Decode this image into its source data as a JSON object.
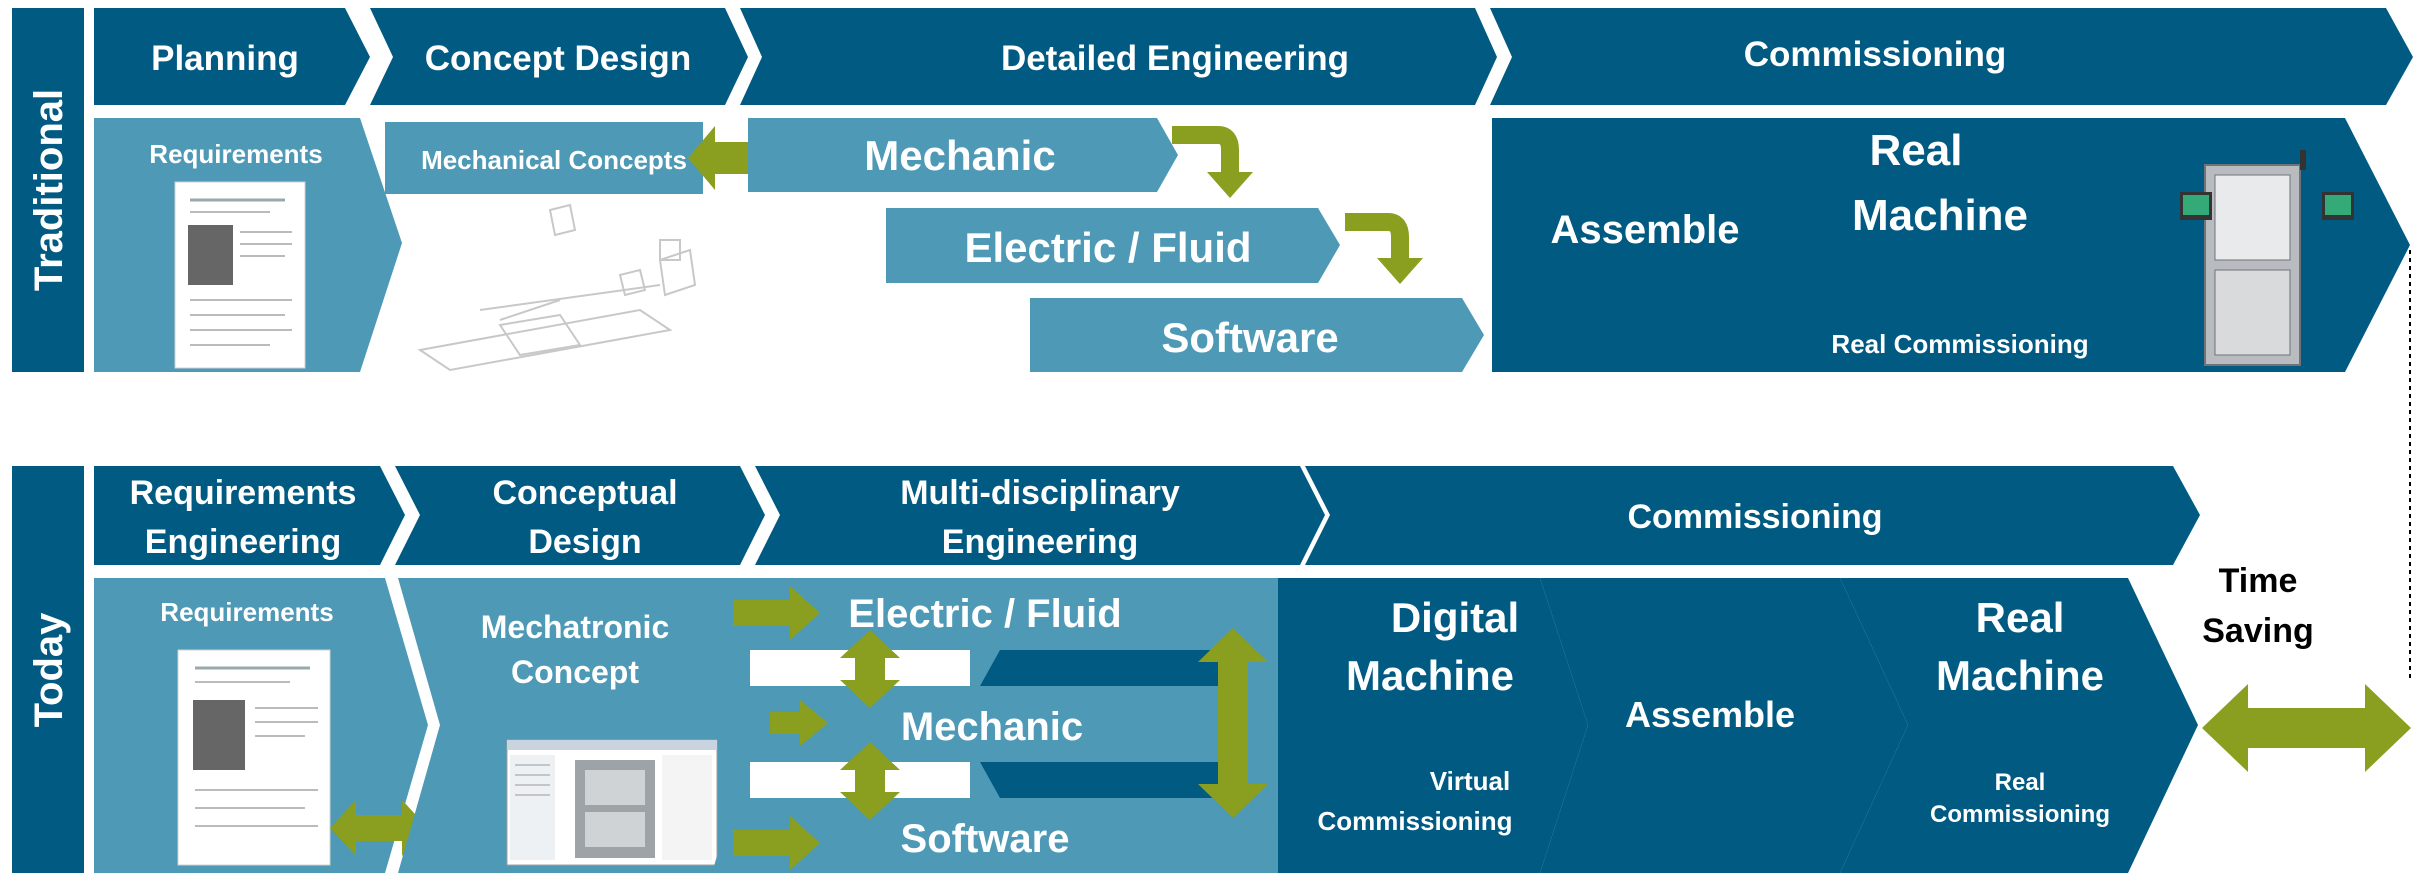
{
  "colors": {
    "dark_blue": "#005a82",
    "light_blue": "#4e99b6",
    "arrow_green": "#8a9e1f",
    "white": "#ffffff",
    "black": "#000000"
  },
  "traditional": {
    "row_label": "Traditional",
    "phases": [
      "Planning",
      "Concept Design",
      "Detailed Engineering",
      "Commissioning"
    ],
    "requirements": "Requirements",
    "mechanical_concepts": "Mechanical Concepts",
    "mechanic": "Mechanic",
    "electric_fluid": "Electric / Fluid",
    "software": "Software",
    "assemble": "Assemble",
    "real_machine_line1": "Real",
    "real_machine_line2": "Machine",
    "real_commissioning": "Real Commissioning"
  },
  "today": {
    "row_label": "Today",
    "phases": [
      {
        "line1": "Requirements",
        "line2": "Engineering"
      },
      {
        "line1": "Conceptual",
        "line2": "Design"
      },
      {
        "line1": "Multi-disciplinary",
        "line2": "Engineering"
      },
      {
        "line1": "Commissioning",
        "line2": ""
      }
    ],
    "requirements": "Requirements",
    "mechatronic_line1": "Mechatronic",
    "mechatronic_line2": "Concept",
    "electric_fluid": "Electric / Fluid",
    "mechanic": "Mechanic",
    "software": "Software",
    "digital_machine_line1": "Digital",
    "digital_machine_line2": "Machine",
    "virtual_line1": "Virtual",
    "virtual_line2": "Commissioning",
    "assemble": "Assemble",
    "real_machine_line1": "Real",
    "real_machine_line2": "Machine",
    "real_comm_line1": "Real",
    "real_comm_line2": "Commissioning",
    "time_saving_line1": "Time",
    "time_saving_line2": "Saving"
  }
}
